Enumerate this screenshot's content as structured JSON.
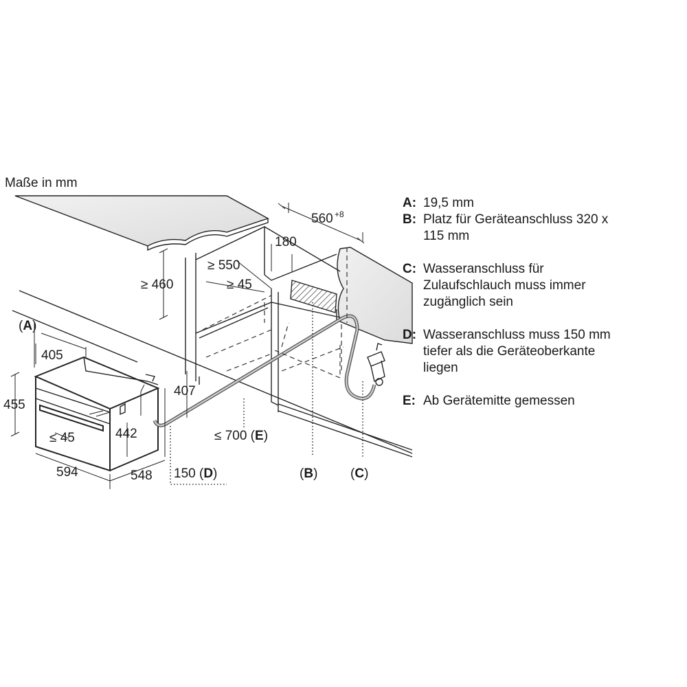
{
  "units_label": "Maße in mm",
  "dimensions": {
    "d560": "560",
    "d560_sup": "+8",
    "d180": "180",
    "d550": "≥ 550",
    "d460": "≥ 460",
    "d45_top": "≥ 45",
    "dA": "(A)",
    "d405": "405",
    "d455": "455",
    "d407": "407",
    "d442": "442",
    "d45_front": "≤ 45",
    "d594": "594",
    "d548": "548",
    "d700": "≤ 700 (",
    "d700_key": "E",
    "d700_close": ")",
    "d150": "150 (",
    "d150_key": "D",
    "d150_close": ")",
    "callout_B": "(B)",
    "callout_C": "(C)"
  },
  "legend": [
    {
      "key": "A:",
      "text": "19,5 mm"
    },
    {
      "key": "B:",
      "text": "Platz für Geräteanschluss 320 x\n115 mm"
    },
    {
      "key": "C:",
      "text": "Wasseranschluss für\nZulaufschlauch muss immer\nzugänglich sein"
    },
    {
      "key": "D:",
      "text": "Wasseranschluss muss 150 mm\ntiefer als die Geräteoberkante\nliegen"
    },
    {
      "key": "E:",
      "text": "Ab Gerätemitte gemessen"
    }
  ]
}
